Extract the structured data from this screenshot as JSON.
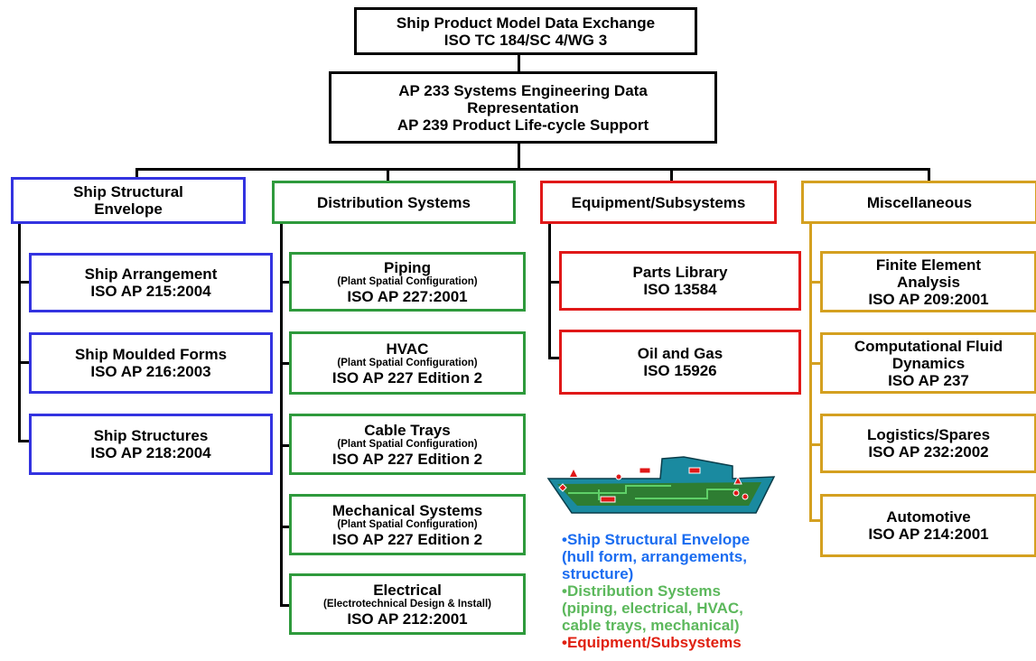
{
  "top": {
    "line1": "Ship Product Model Data Exchange",
    "line2": "ISO TC 184/SC 4/WG 3"
  },
  "second": {
    "line1": "AP 233 Systems Engineering Data",
    "line2": "Representation",
    "line3": "AP 239 Product Life-cycle Support"
  },
  "columns": [
    {
      "header": [
        "Ship Structural",
        "Envelope"
      ],
      "items": [
        {
          "name": "Ship Arrangement",
          "iso": "ISO AP 215:2004"
        },
        {
          "name": "Ship Moulded Forms",
          "iso": "ISO AP 216:2003"
        },
        {
          "name": "Ship Structures",
          "iso": "ISO AP 218:2004"
        }
      ]
    },
    {
      "header": [
        "Distribution Systems"
      ],
      "items": [
        {
          "name": "Piping",
          "sub": "(Plant Spatial Configuration)",
          "iso": "ISO AP 227:2001"
        },
        {
          "name": "HVAC",
          "sub": "(Plant Spatial Configuration)",
          "iso": "ISO AP 227 Edition 2"
        },
        {
          "name": "Cable Trays",
          "sub": "(Plant Spatial Configuration)",
          "iso": "ISO AP 227 Edition 2"
        },
        {
          "name": "Mechanical Systems",
          "sub": "(Plant Spatial Configuration)",
          "iso": "ISO AP 227 Edition 2"
        },
        {
          "name": "Electrical",
          "sub": "(Electrotechnical Design & Install)",
          "iso": "ISO AP 212:2001"
        }
      ]
    },
    {
      "header": [
        "Equipment/Subsystems"
      ],
      "items": [
        {
          "name": "Parts Library",
          "iso": "ISO 13584"
        },
        {
          "name": "Oil and Gas",
          "iso": "ISO 15926"
        }
      ]
    },
    {
      "header": [
        "Miscellaneous"
      ],
      "items": [
        {
          "name": "Finite Element",
          "name2": "Analysis",
          "iso": "ISO AP 209:2001"
        },
        {
          "name": "Computational Fluid",
          "name2": "Dynamics",
          "iso": "ISO AP 237"
        },
        {
          "name": "Logistics/Spares",
          "iso": "ISO AP 232:2002"
        },
        {
          "name": "Automotive",
          "iso": "ISO AP 214:2001"
        }
      ]
    }
  ],
  "legend": [
    {
      "lines": [
        "•Ship Structural Envelope",
        "(hull form, arrangements,",
        "structure)"
      ],
      "color": "#1a6cf0"
    },
    {
      "lines": [
        "•Distribution Systems",
        "(piping, electrical, HVAC,",
        "cable trays, mechanical)"
      ],
      "color": "#5cb85c"
    },
    {
      "lines": [
        "•Equipment/Subsystems"
      ],
      "color": "#e02010"
    }
  ],
  "colors": {
    "structural": "#3333e0",
    "distribution": "#2e9a3c",
    "equipment": "#e01818",
    "misc": "#d4a020",
    "ship_hull": "#1a8aa0",
    "ship_deck": "#2e7d32"
  }
}
